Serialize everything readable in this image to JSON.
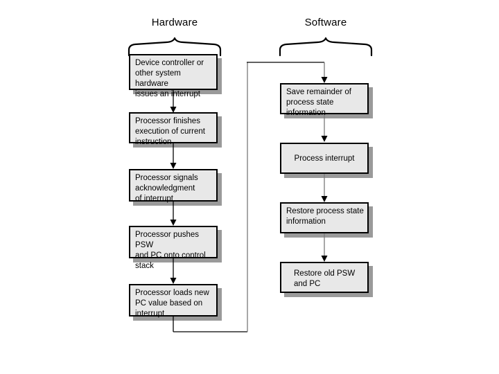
{
  "diagram": {
    "title_hardware": "Hardware",
    "title_software": "Software",
    "colors": {
      "box_fill": "#e8e8e8",
      "box_border": "#000000",
      "box_shadow": "#9a9a9a",
      "connector": "#000000",
      "connector_thin": "#7a7a7a",
      "background": "#ffffff"
    },
    "hardware_steps": [
      {
        "id": "device-controller",
        "label": "Device controller or\nother system hardware\nissues an interrupt"
      },
      {
        "id": "processor-finishes",
        "label": "Processor finishes\nexecution of current\ninstruction"
      },
      {
        "id": "processor-signals",
        "label": "Processor signals\nacknowledgment\nof interrupt"
      },
      {
        "id": "processor-pushes",
        "label": "Processor pushes PSW\nand PC onto control\nstack"
      },
      {
        "id": "processor-loads",
        "label": "Processor loads new\nPC value based on\ninterrupt"
      }
    ],
    "software_steps": [
      {
        "id": "save-remainder",
        "label": "Save remainder of\nprocess state\ninformation"
      },
      {
        "id": "process-interrupt",
        "label": "Process interrupt"
      },
      {
        "id": "restore-process-state",
        "label": "Restore process state\ninformation"
      },
      {
        "id": "restore-old-psw",
        "label": "Restore old PSW\nand PC"
      }
    ]
  }
}
